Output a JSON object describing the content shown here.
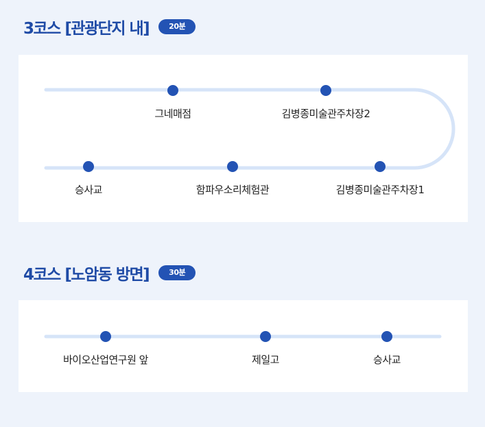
{
  "courses": [
    {
      "title": "3코스 [관광단지 내]",
      "duration": "20분",
      "stops": [
        {
          "label": "그네매점"
        },
        {
          "label": "김병종미술관주차장2"
        },
        {
          "label": "김병종미술관주차장1"
        },
        {
          "label": "함파우소리체험관"
        },
        {
          "label": "승사교"
        }
      ]
    },
    {
      "title": "4코스 [노암동 방면]",
      "duration": "30분",
      "stops": [
        {
          "label": "바이오산업연구원 앞"
        },
        {
          "label": "제일고"
        },
        {
          "label": "승사교"
        }
      ]
    }
  ],
  "colors": {
    "route_line": "#d6e4f8",
    "stop_dot": "#2353b4",
    "title": "#1f4ba6",
    "badge_bg": "#2353b4",
    "page_bg": "#eef3fb"
  }
}
